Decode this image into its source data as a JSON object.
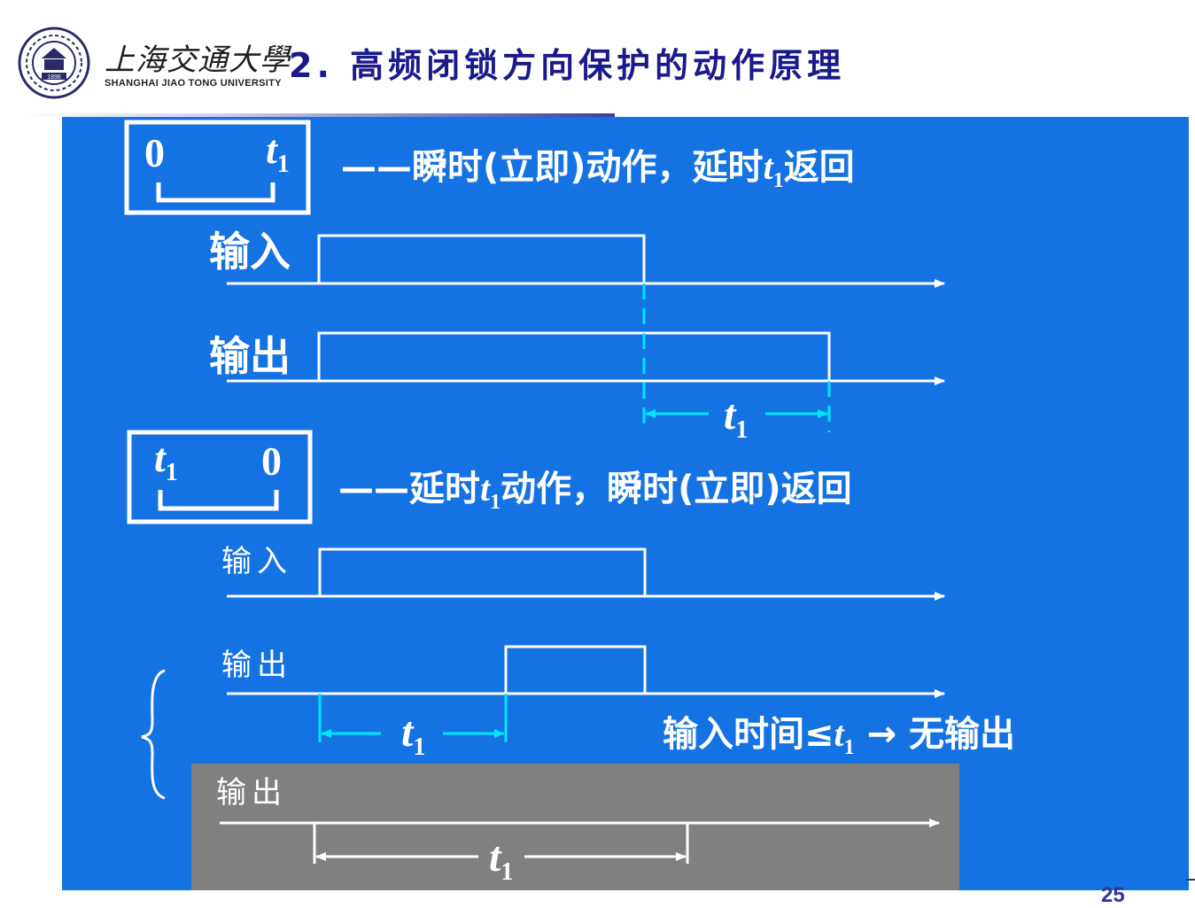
{
  "header": {
    "logo_cn": "上海交通大學",
    "logo_en": "SHANGHAI JIAO TONG UNIVERSITY",
    "logo_year": "1896",
    "title": "2. 高频闭锁方向保护的动作原理"
  },
  "colors": {
    "panel": "#1472e2",
    "foreground": "#ffffff",
    "guide": "#00e5ff",
    "grey_box": "#808080",
    "title": "#1a1a8c"
  },
  "symbol_a": {
    "left": "0",
    "right_var": "t",
    "right_sub": "1",
    "desc": [
      "——瞬时(立即)动作，延时",
      "t",
      "1",
      "返回"
    ]
  },
  "timing_a": {
    "input_label": "输入",
    "output_label": "输出",
    "span_var": "t",
    "span_sub": "1"
  },
  "symbol_b": {
    "left_var": "t",
    "left_sub": "1",
    "right": "0",
    "desc": [
      "——延时",
      "t",
      "1",
      "动作，瞬时(立即)返回"
    ]
  },
  "timing_b": {
    "input_label": "输入",
    "output_label": "输出",
    "span_var": "t",
    "span_sub": "1",
    "note": [
      "输入时间≤",
      "t",
      "1",
      " → 无输出"
    ]
  },
  "timing_c": {
    "output_label": "输出",
    "span_var": "t",
    "span_sub": "1"
  },
  "page_number": "25"
}
